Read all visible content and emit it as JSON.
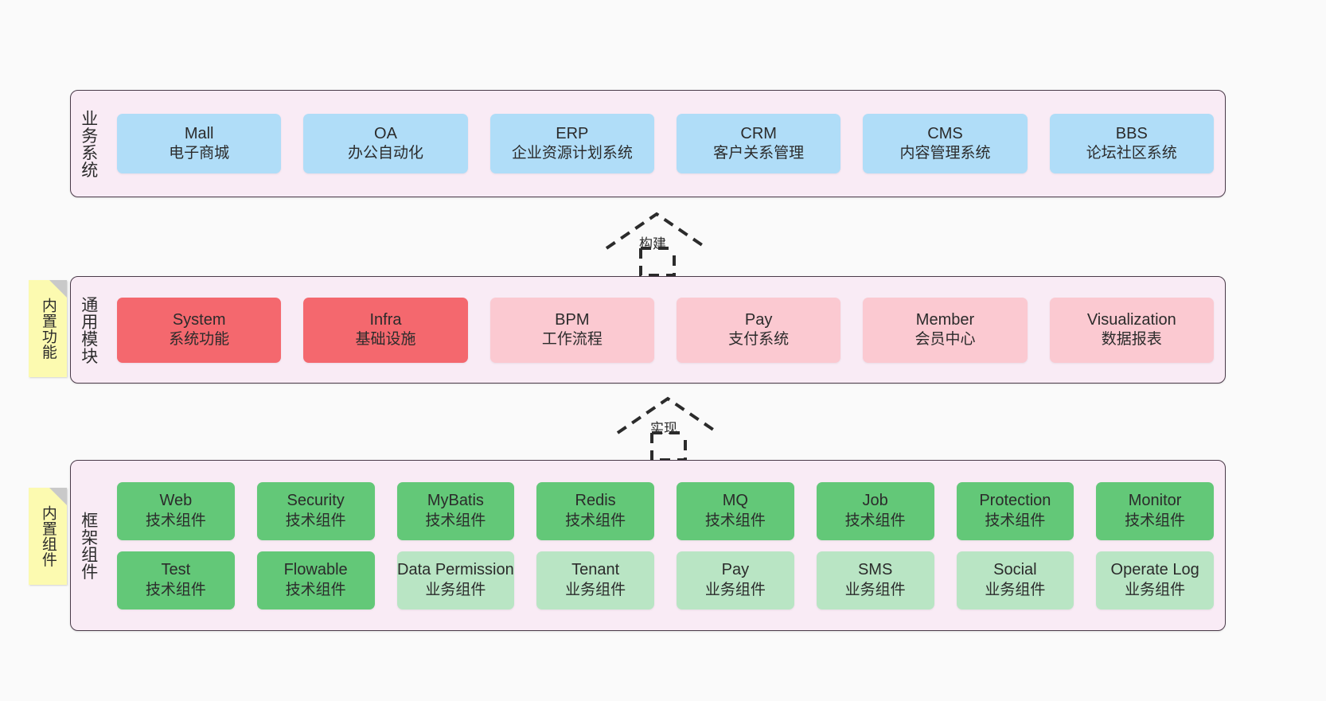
{
  "diagram": {
    "background": "#fafafa",
    "band_fill": "#f9ebf5",
    "band_border": "#4b3b4a",
    "colors": {
      "business": "#b0ddf8",
      "module_core": "#f4686e",
      "module_plain": "#fbc9d1",
      "tech_component": "#63c878",
      "biz_component": "#b9e5c4",
      "note": "#fcfab0",
      "note_fold": "#c9c9c9"
    }
  },
  "layers": {
    "business": {
      "title": "业务系统",
      "cards": [
        {
          "name": "Mall",
          "desc": "电子商城"
        },
        {
          "name": "OA",
          "desc": "办公自动化"
        },
        {
          "name": "ERP",
          "desc": "企业资源计划系统"
        },
        {
          "name": "CRM",
          "desc": "客户关系管理"
        },
        {
          "name": "CMS",
          "desc": "内容管理系统"
        },
        {
          "name": "BBS",
          "desc": "论坛社区系统"
        }
      ]
    },
    "module": {
      "title": "通用模块",
      "note": "内置功能",
      "cards": [
        {
          "name": "System",
          "desc": "系统功能",
          "style": "c-red"
        },
        {
          "name": "Infra",
          "desc": "基础设施",
          "style": "c-red"
        },
        {
          "name": "BPM",
          "desc": "工作流程",
          "style": "c-pink"
        },
        {
          "name": "Pay",
          "desc": "支付系统",
          "style": "c-pink"
        },
        {
          "name": "Member",
          "desc": "会员中心",
          "style": "c-pink"
        },
        {
          "name": "Visualization",
          "desc": "数据报表",
          "style": "c-pink"
        }
      ]
    },
    "framework": {
      "title": "框架组件",
      "note": "内置组件",
      "row1": [
        {
          "name": "Web",
          "desc": "技术组件",
          "style": "c-green"
        },
        {
          "name": "Security",
          "desc": "技术组件",
          "style": "c-green"
        },
        {
          "name": "MyBatis",
          "desc": "技术组件",
          "style": "c-green"
        },
        {
          "name": "Redis",
          "desc": "技术组件",
          "style": "c-green"
        },
        {
          "name": "MQ",
          "desc": "技术组件",
          "style": "c-green"
        },
        {
          "name": "Job",
          "desc": "技术组件",
          "style": "c-green"
        },
        {
          "name": "Protection",
          "desc": "技术组件",
          "style": "c-green"
        },
        {
          "name": "Monitor",
          "desc": "技术组件",
          "style": "c-green"
        }
      ],
      "row2": [
        {
          "name": "Test",
          "desc": "技术组件",
          "style": "c-green"
        },
        {
          "name": "Flowable",
          "desc": "技术组件",
          "style": "c-green"
        },
        {
          "name": "Data Permission",
          "desc": "业务组件",
          "style": "c-lightgreen"
        },
        {
          "name": "Tenant",
          "desc": "业务组件",
          "style": "c-lightgreen"
        },
        {
          "name": "Pay",
          "desc": "业务组件",
          "style": "c-lightgreen"
        },
        {
          "name": "SMS",
          "desc": "业务组件",
          "style": "c-lightgreen"
        },
        {
          "name": "Social",
          "desc": "业务组件",
          "style": "c-lightgreen"
        },
        {
          "name": "Operate Log",
          "desc": "业务组件",
          "style": "c-lightgreen"
        }
      ]
    }
  },
  "arrows": [
    {
      "label": "构建"
    },
    {
      "label": "实现"
    }
  ]
}
